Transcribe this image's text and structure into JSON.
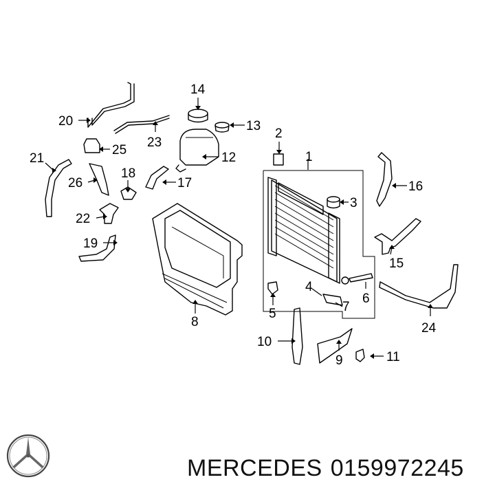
{
  "diagram": {
    "callouts": [
      {
        "id": "c1",
        "label": "1"
      },
      {
        "id": "c2",
        "label": "2"
      },
      {
        "id": "c3",
        "label": "3"
      },
      {
        "id": "c4",
        "label": "4"
      },
      {
        "id": "c5",
        "label": "5"
      },
      {
        "id": "c6",
        "label": "6"
      },
      {
        "id": "c7",
        "label": "7"
      },
      {
        "id": "c8",
        "label": "8"
      },
      {
        "id": "c9",
        "label": "9"
      },
      {
        "id": "c10",
        "label": "10"
      },
      {
        "id": "c11",
        "label": "11"
      },
      {
        "id": "c12",
        "label": "12"
      },
      {
        "id": "c13",
        "label": "13"
      },
      {
        "id": "c14",
        "label": "14"
      },
      {
        "id": "c15",
        "label": "15"
      },
      {
        "id": "c16",
        "label": "16"
      },
      {
        "id": "c17",
        "label": "17"
      },
      {
        "id": "c18",
        "label": "18"
      },
      {
        "id": "c19",
        "label": "19"
      },
      {
        "id": "c20",
        "label": "20"
      },
      {
        "id": "c21",
        "label": "21"
      },
      {
        "id": "c22",
        "label": "22"
      },
      {
        "id": "c23",
        "label": "23"
      },
      {
        "id": "c24",
        "label": "24"
      },
      {
        "id": "c25",
        "label": "25"
      },
      {
        "id": "c26",
        "label": "26"
      }
    ]
  },
  "footer": {
    "brand": "MERCEDES",
    "part_number": "0159972245",
    "logo_icon": "mercedes-star-icon"
  }
}
